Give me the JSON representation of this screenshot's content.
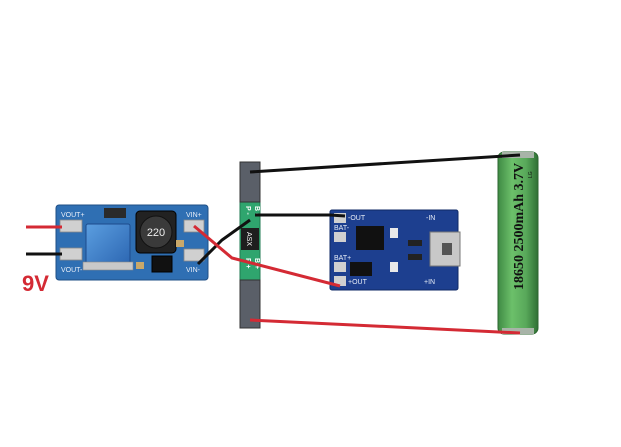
{
  "boost_module": {
    "vout_plus": "VOUT+",
    "vout_minus": "VOUT-",
    "vin_plus": "VIN+",
    "vin_minus": "VIN-",
    "inductor": "220"
  },
  "output_voltage": "9V",
  "protection_board": {
    "p_minus": "P -",
    "b_minus": "B -",
    "chip": "ASX",
    "p_plus": "P +",
    "b_plus": "B +"
  },
  "charger_module": {
    "out_minus": "-OUT",
    "bat_minus": "BAT-",
    "in_minus": "-IN",
    "bat_plus": "BAT+",
    "out_plus": "+OUT",
    "in_plus": "+IN"
  },
  "battery": {
    "label": "18650 2500mAh 3.7V",
    "brand": "LG"
  },
  "colors": {
    "pcb_blue": "#2f6fb3",
    "charger_blue": "#1d3f8f",
    "protect_green": "#2fa56e",
    "battery_green": "#5aa75a",
    "wire_red": "#d42a34",
    "wire_black": "#111111"
  }
}
